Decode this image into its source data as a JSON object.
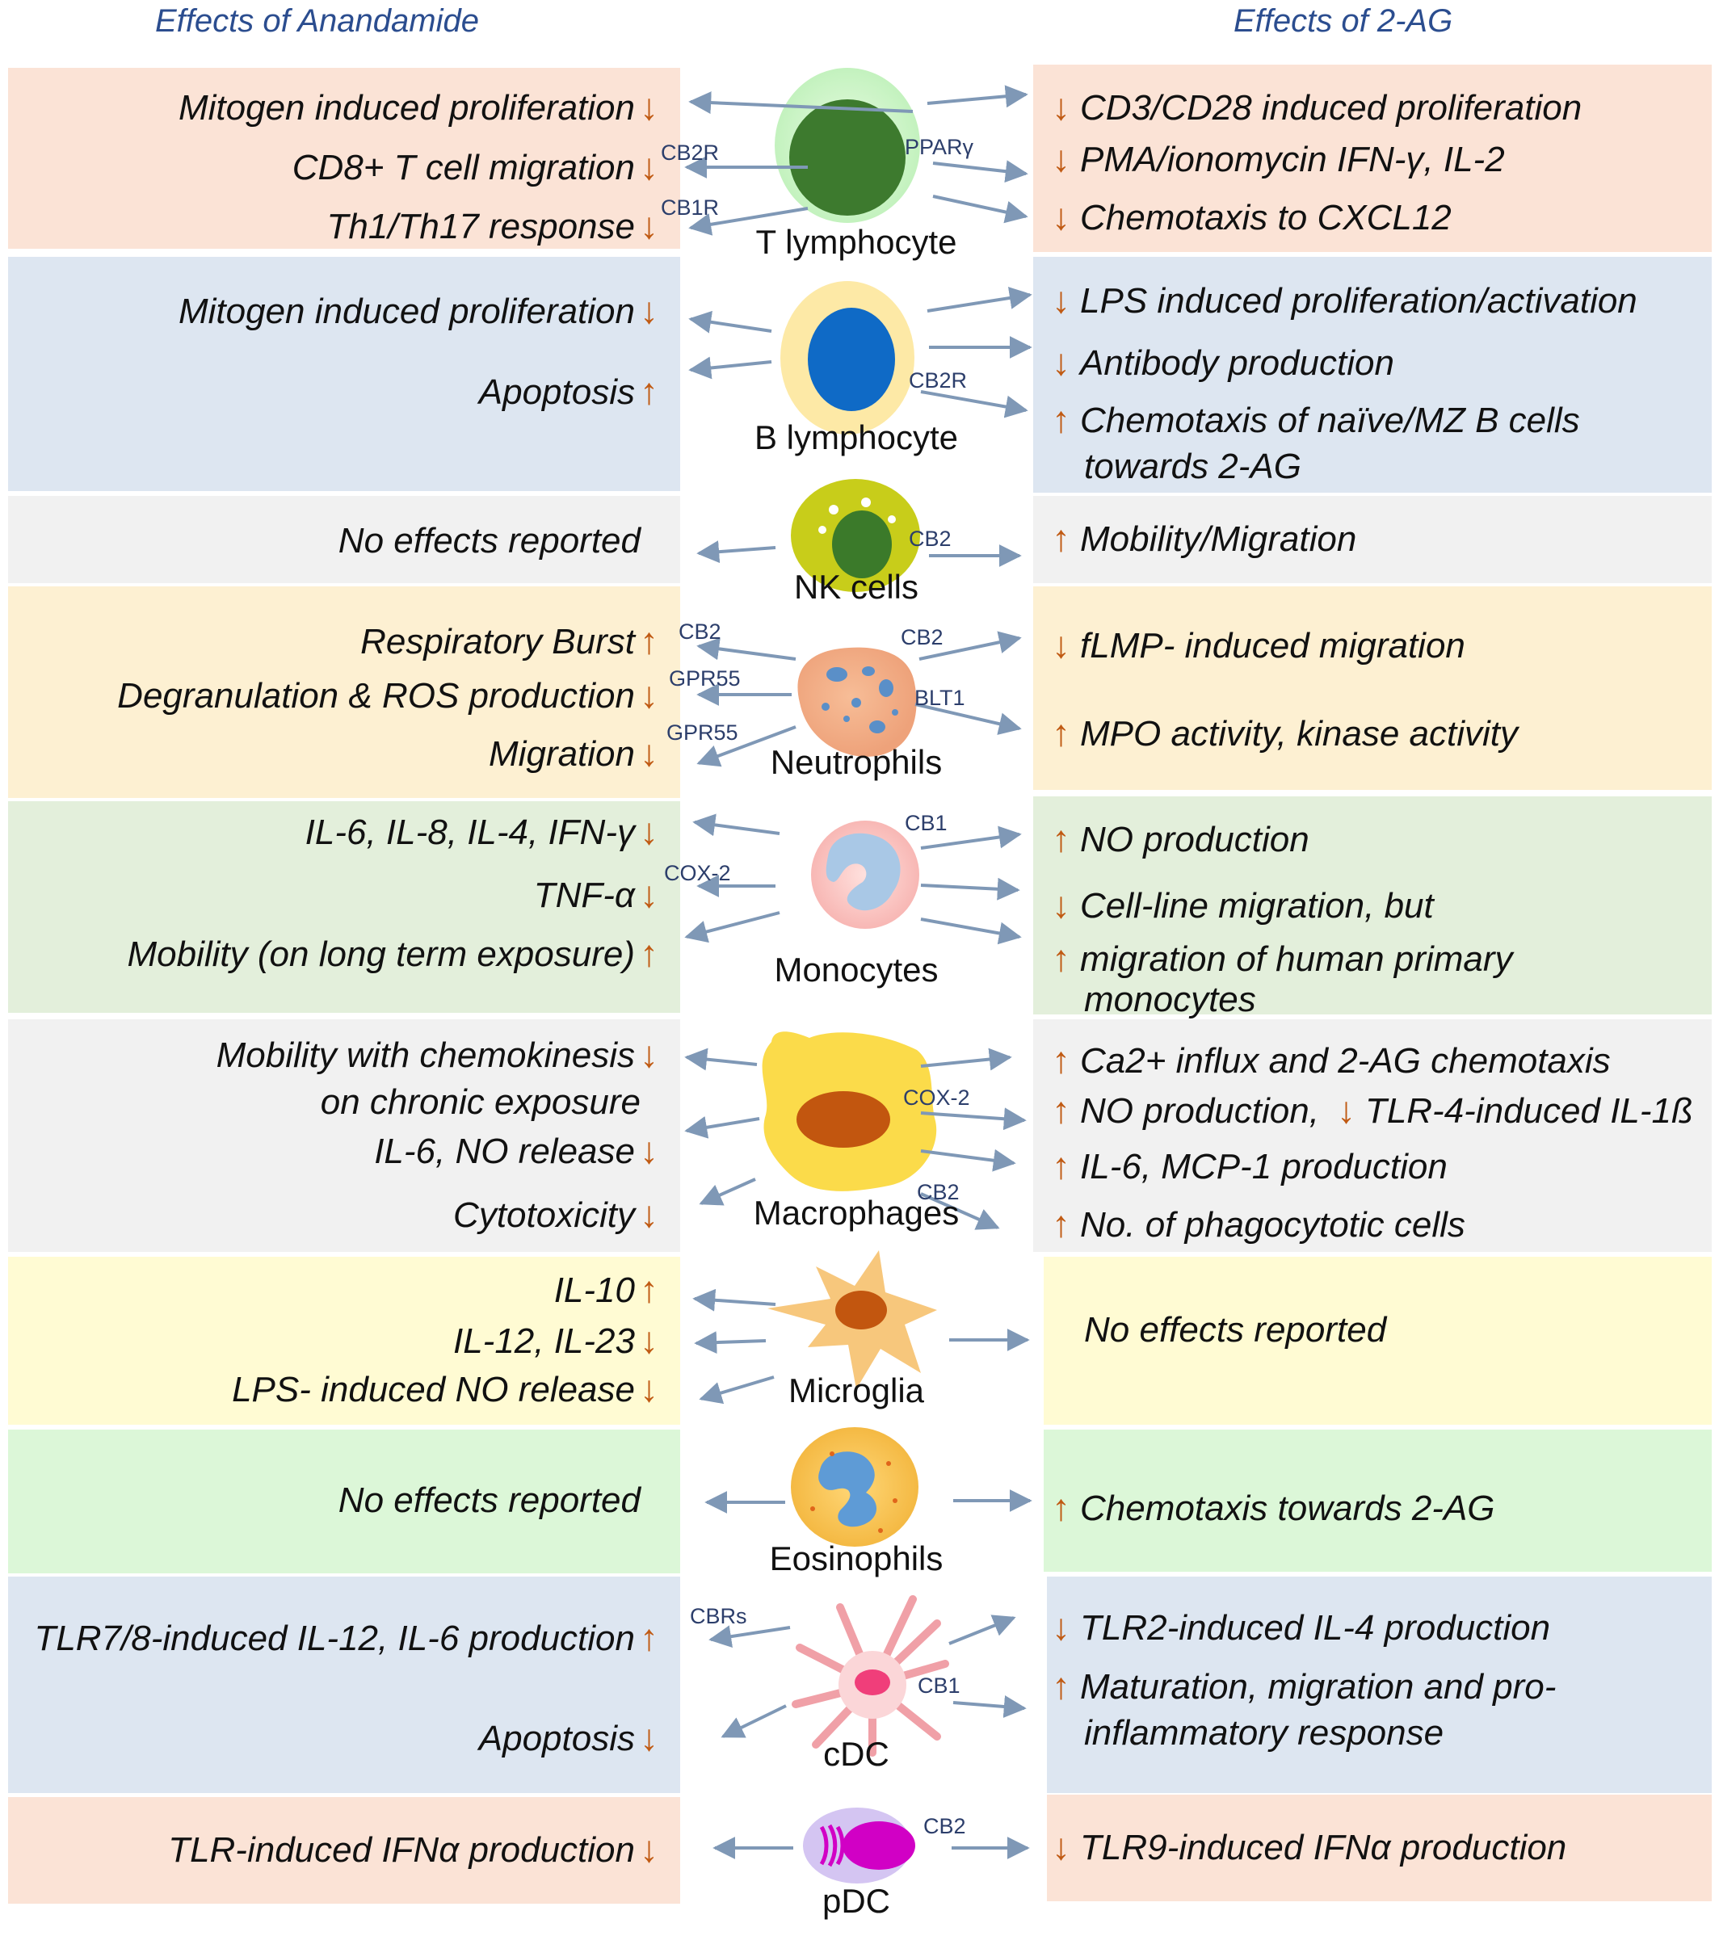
{
  "headers": {
    "left": "Effects of Anandamide",
    "right": "Effects of 2-AG"
  },
  "colors": {
    "arrow": "#c05a13",
    "connector": "#7f98b6",
    "header": "#2b4d8f",
    "salmon": "#fbe3d6",
    "blue": "#dde6f1",
    "grey": "#f1f1f1",
    "peach": "#fdf0d2",
    "green": "#e3efdb",
    "yellow": "#fffbd3",
    "lightgreen": "#dcf7d8"
  },
  "cells": [
    {
      "name": "T lymphocyte",
      "color": "salmon",
      "left": [
        {
          "text": "Mitogen induced proliferation",
          "dir": "down"
        },
        {
          "text": "CD8+ T cell migration",
          "dir": "down"
        },
        {
          "text": "Th1/Th17 response",
          "dir": "down"
        }
      ],
      "right": [
        {
          "text": "CD3/CD28 induced proliferation",
          "dir": "down"
        },
        {
          "text": "PMA/ionomycin IFN-γ, IL-2",
          "dir": "down"
        },
        {
          "text": "Chemotaxis to CXCL12",
          "dir": "down"
        }
      ],
      "receptors": [
        "CB2R",
        "CB1R",
        "PPARγ"
      ]
    },
    {
      "name": "B lymphocyte",
      "color": "blue",
      "left": [
        {
          "text": "Mitogen induced proliferation",
          "dir": "down"
        },
        {
          "text": "Apoptosis",
          "dir": "up"
        }
      ],
      "right": [
        {
          "text": "LPS induced proliferation/activation",
          "dir": "down"
        },
        {
          "text": "Antibody production",
          "dir": "down"
        },
        {
          "text": "Chemotaxis of naïve/MZ B cells",
          "dir": "up"
        },
        {
          "text": "towards 2-AG",
          "dir": ""
        }
      ],
      "receptors": [
        "CB2R"
      ]
    },
    {
      "name": "NK cells",
      "color": "grey",
      "left": [
        {
          "text": "No effects reported",
          "dir": ""
        }
      ],
      "right": [
        {
          "text": "Mobility/Migration",
          "dir": "up"
        }
      ],
      "receptors": [
        "CB2"
      ]
    },
    {
      "name": "Neutrophils",
      "color": "peach",
      "left": [
        {
          "text": "Respiratory Burst",
          "dir": "up"
        },
        {
          "text": "Degranulation & ROS production",
          "dir": "down"
        },
        {
          "text": "Migration",
          "dir": "down"
        }
      ],
      "right": [
        {
          "text": "fLMP- induced migration",
          "dir": "down"
        },
        {
          "text": "MPO activity, kinase activity",
          "dir": "up"
        }
      ],
      "receptors": [
        "CB2",
        "GPR55",
        "GPR55",
        "CB2",
        "BLT1"
      ]
    },
    {
      "name": "Monocytes",
      "color": "green",
      "left": [
        {
          "text": "IL-6, IL-8, IL-4, IFN-γ",
          "dir": "down"
        },
        {
          "text": "TNF-α",
          "dir": "down"
        },
        {
          "text": "Mobility (on long term exposure)",
          "dir": "up"
        }
      ],
      "right": [
        {
          "text": "NO production",
          "dir": "up"
        },
        {
          "text": "Cell-line migration, but",
          "dir": "down"
        },
        {
          "text": "migration of human primary",
          "dir": "up"
        },
        {
          "text": "monocytes",
          "dir": ""
        }
      ],
      "receptors": [
        "COX-2",
        "CB1"
      ]
    },
    {
      "name": "Macrophages",
      "color": "grey",
      "left": [
        {
          "text": "Mobility with chemokinesis",
          "dir": "down"
        },
        {
          "text": "on chronic exposure",
          "dir": ""
        },
        {
          "text": "IL-6, NO release",
          "dir": "down"
        },
        {
          "text": "Cytotoxicity",
          "dir": "down"
        }
      ],
      "right": [
        {
          "text": "Ca2+ influx and 2-AG chemotaxis",
          "dir": "up"
        },
        {
          "text": "NO production,",
          "dir": "up"
        },
        {
          "text": "IL-6, MCP-1 production",
          "dir": "up"
        },
        {
          "text": "No. of phagocytotic cells",
          "dir": "up"
        }
      ],
      "extra": {
        "text": "TLR-4-induced IL-1ß",
        "dir": "down"
      },
      "receptors": [
        "COX-2",
        "CB2"
      ]
    },
    {
      "name": "Microglia",
      "color": "yellow",
      "left": [
        {
          "text": "IL-10",
          "dir": "up"
        },
        {
          "text": "IL-12, IL-23",
          "dir": "down"
        },
        {
          "text": "LPS- induced NO release",
          "dir": "down"
        }
      ],
      "right": [
        {
          "text": "No effects reported",
          "dir": ""
        }
      ],
      "receptors": []
    },
    {
      "name": "Eosinophils",
      "color": "lightgreen",
      "left": [
        {
          "text": "No effects reported",
          "dir": ""
        }
      ],
      "right": [
        {
          "text": "Chemotaxis towards 2-AG",
          "dir": "up"
        }
      ],
      "receptors": []
    },
    {
      "name": "cDC",
      "color": "blue",
      "left": [
        {
          "text": "TLR7/8-induced IL-12, IL-6 production",
          "dir": "up"
        },
        {
          "text": "Apoptosis",
          "dir": "down"
        }
      ],
      "right": [
        {
          "text": "TLR2-induced IL-4 production",
          "dir": "down"
        },
        {
          "text": "Maturation, migration and pro-",
          "dir": "up"
        },
        {
          "text": "inflammatory response",
          "dir": ""
        }
      ],
      "receptors": [
        "CBRs",
        "CB1"
      ]
    },
    {
      "name": "pDC",
      "color": "salmon",
      "left": [
        {
          "text": "TLR-induced IFNα production",
          "dir": "down"
        }
      ],
      "right": [
        {
          "text": "TLR9-induced IFNα production",
          "dir": "down"
        }
      ],
      "receptors": [
        "CB2"
      ]
    }
  ]
}
